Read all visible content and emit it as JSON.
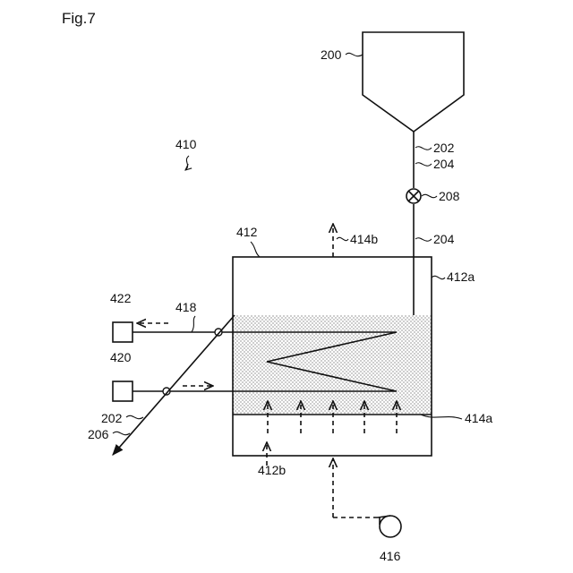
{
  "figure": {
    "title": "Fig.7"
  },
  "labels": {
    "system": "410",
    "hopper": "200",
    "line_202_top": "202",
    "line_204_top": "204",
    "valve": "208",
    "line_204_mid": "204",
    "vessel": "412",
    "exhaust": "414b",
    "wall": "412a",
    "sensor_top": "422",
    "pipe_418": "418",
    "sensor_bottom": "420",
    "line_202_bottom": "202",
    "line_206": "206",
    "plate": "414a",
    "chamber": "412b",
    "blower": "416"
  }
}
